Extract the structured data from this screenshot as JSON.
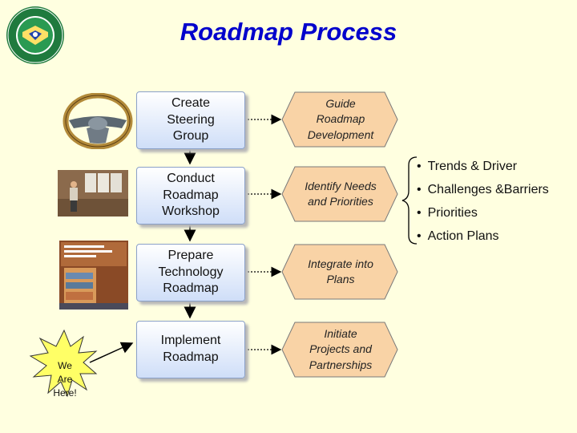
{
  "title": "Roadmap Process",
  "steps": [
    {
      "label": "Create\nSteering\nGroup",
      "outcome": "Guide\nRoadmap\nDevelopment"
    },
    {
      "label": "Conduct\nRoadmap\nWorkshop",
      "outcome": "Identify Needs\nand Priorities"
    },
    {
      "label": "Prepare\nTechnology\nRoadmap",
      "outcome": "Integrate into\nPlans"
    },
    {
      "label": "Implement\nRoadmap",
      "outcome": "Initiate\nProjects and\nPartnerships"
    }
  ],
  "workshop_outputs": [
    "Trends & Driver",
    "Challenges &Barriers",
    "Priorities",
    "Action Plans"
  ],
  "callout": "We\nAre\nHere!",
  "colors": {
    "title": "#0000cc",
    "background": "#ffffe0",
    "box_top": "#ffffff",
    "box_bottom": "#cfdef8",
    "hexagon_fill": "#f9d3a6",
    "star_fill": "#ffff66",
    "arrow": "#000000"
  },
  "icons": {
    "logo": "department-of-energy-seal",
    "steering": "steering-wheel-photo",
    "workshop": "workshop-presenter-photo",
    "roadmap": "roadmap-report-cover-photo"
  }
}
